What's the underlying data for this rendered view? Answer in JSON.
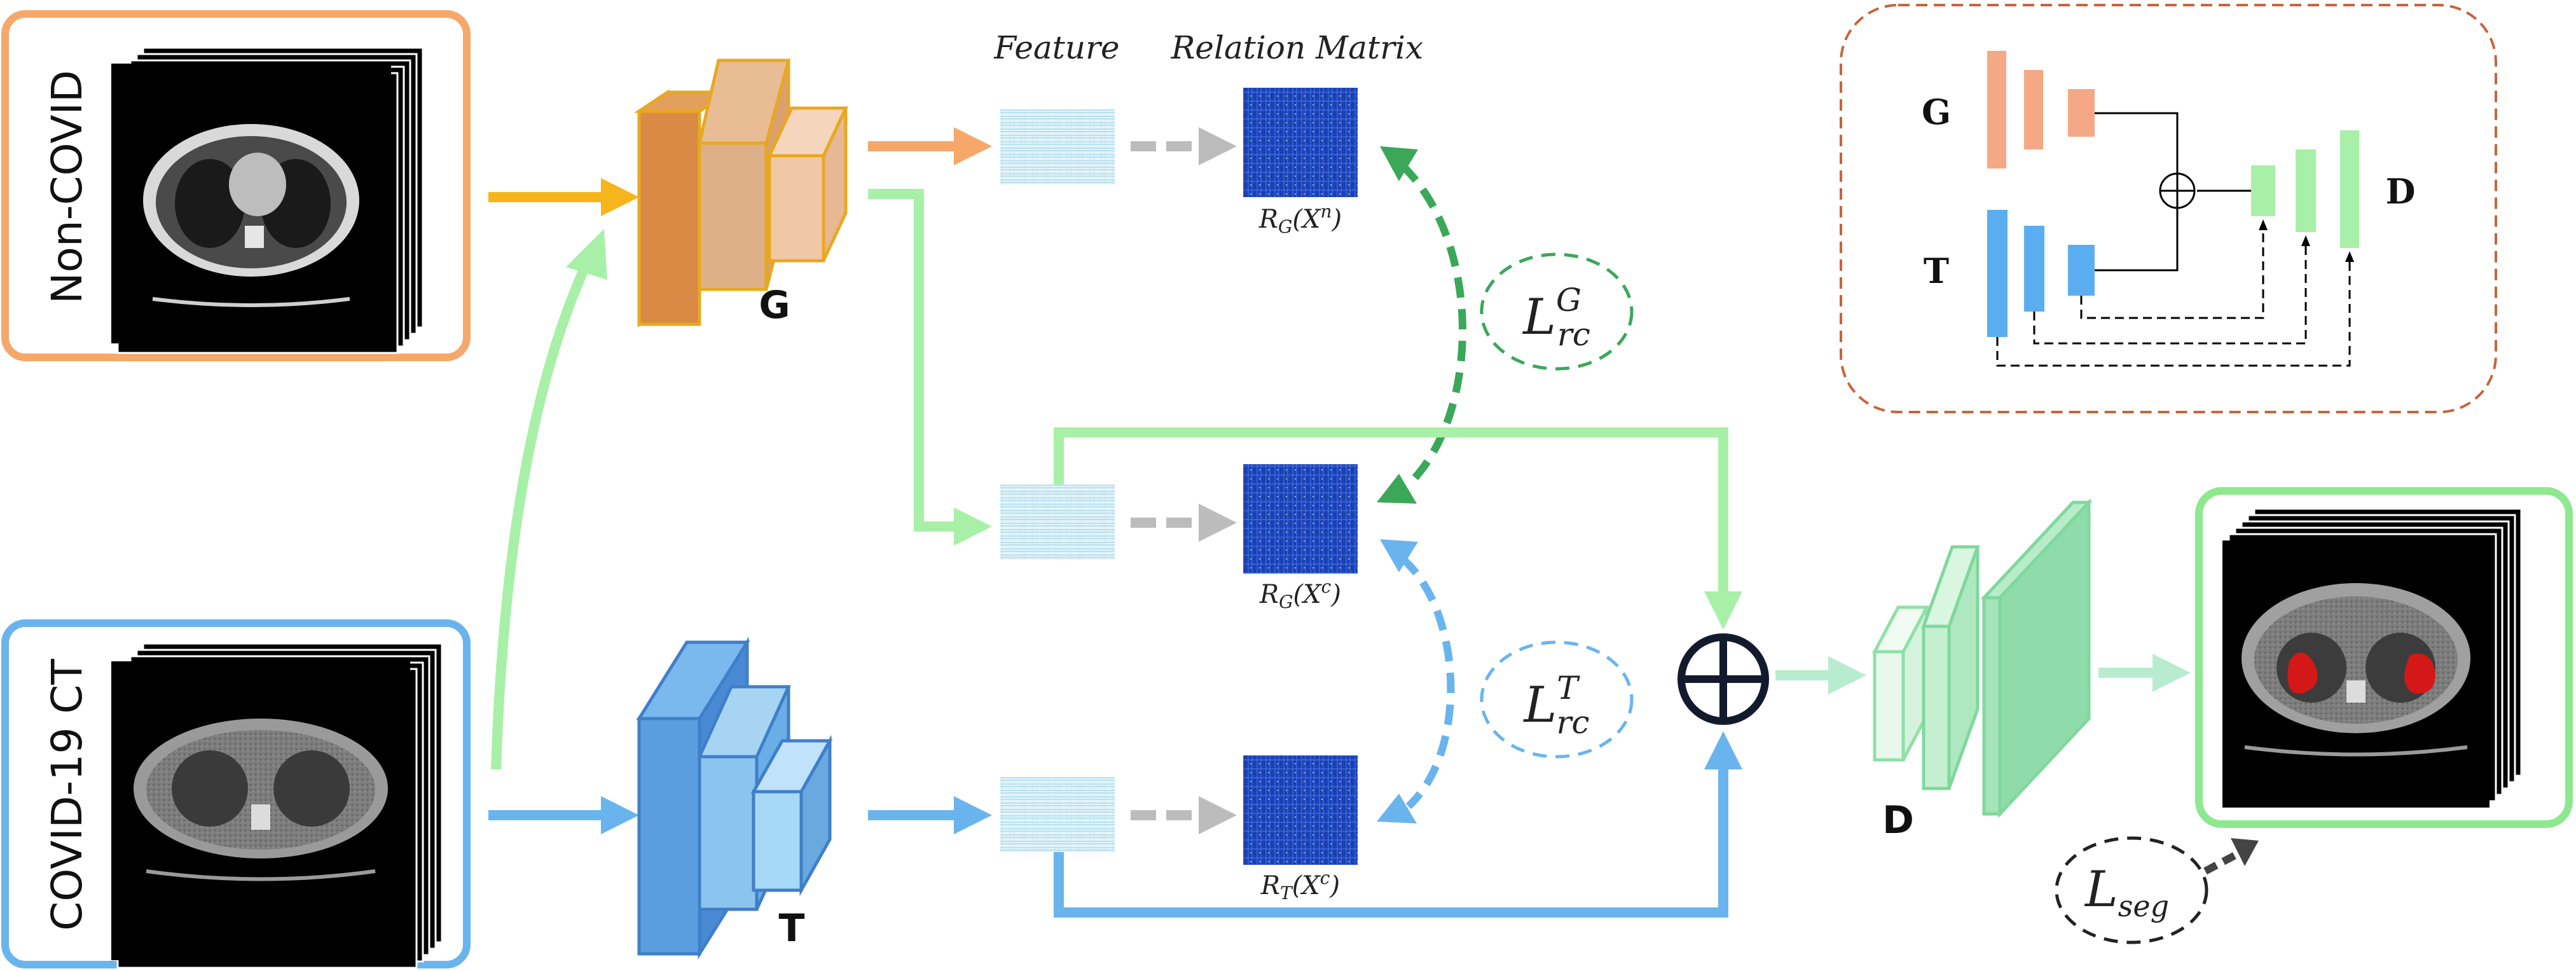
{
  "inputs": {
    "non_covid": "Non-COVID",
    "covid": "COVID-19 CT"
  },
  "encoders": {
    "g": "G",
    "t": "T"
  },
  "decoder": {
    "d": "D"
  },
  "headers": {
    "feature": "Feature",
    "relation_matrix": "Relation Matrix"
  },
  "relation_labels": {
    "rg_xn_base": "R",
    "rg_xn_sub": "G",
    "rg_xn_arg": "(X",
    "rg_xn_sup": "n",
    "rg_xc_base": "R",
    "rg_xc_sub": "G",
    "rg_xc_arg": "(X",
    "rg_xc_sup": "c",
    "rt_xc_base": "R",
    "rt_xc_sub": "T",
    "rt_xc_arg": "(X",
    "rt_xc_sup": "c",
    "close": ")"
  },
  "losses": {
    "lrc_g_base": "L",
    "lrc_g_sup": "G",
    "lrc_g_sub": "rc",
    "lrc_t_base": "L",
    "lrc_t_sup": "T",
    "lrc_t_sub": "rc",
    "lseg_base": "L",
    "lseg_sub": "seg"
  },
  "inset": {
    "g": "G",
    "t": "T",
    "d": "D"
  },
  "colors": {
    "orange": "#f5a86a",
    "orange_dark": "#d98a45",
    "yellow_arrow": "#f7b51c",
    "green_light": "#a8f0a8",
    "green_mid": "#8fe0a8",
    "green_dark": "#3aa858",
    "blue": "#6ab4ee",
    "blue_dark": "#3f8fd8",
    "gray": "#b8b8b8",
    "inset_border": "#c8643c"
  }
}
